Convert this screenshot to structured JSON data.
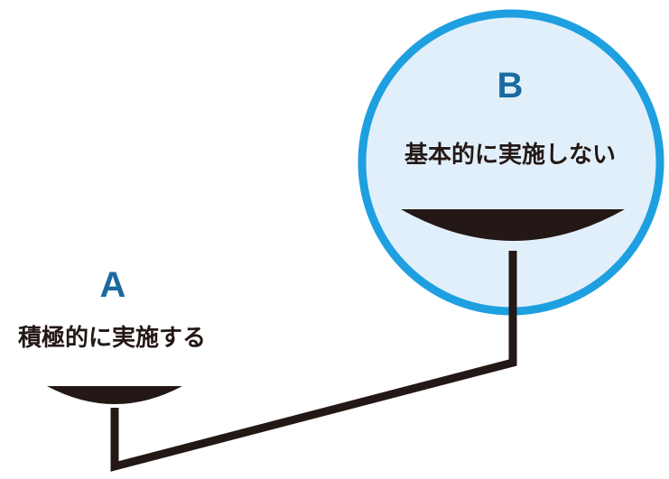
{
  "option_a": {
    "letter": "A",
    "label": "積極的に実施する"
  },
  "option_b": {
    "letter": "B",
    "label": "基本的に実施しない"
  },
  "colors": {
    "letter": "#1a6a9e",
    "circle_stroke": "#1ea0e0",
    "circle_fill": "#e1effb",
    "beam": "#231815",
    "text": "#231815"
  }
}
